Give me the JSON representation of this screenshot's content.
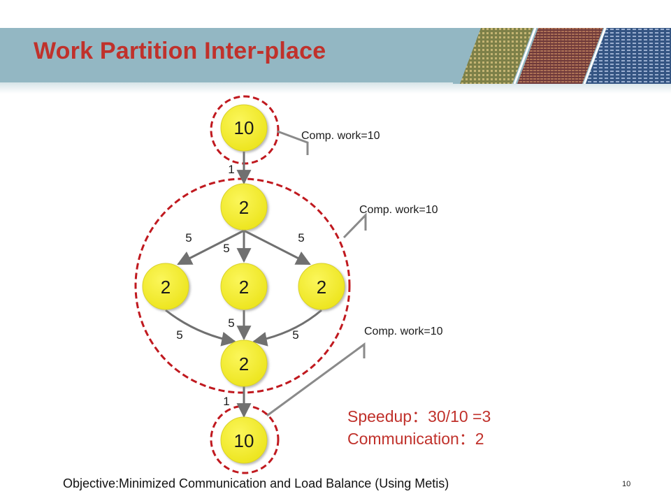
{
  "slide": {
    "title": "Work Partition Inter-place",
    "objective": "Objective:Minimized Communication and Load Balance (Using Metis)",
    "page_number": "10"
  },
  "nodes": [
    {
      "id": "top",
      "label": "10"
    },
    {
      "id": "mid-top",
      "label": "2"
    },
    {
      "id": "mid-left",
      "label": "2"
    },
    {
      "id": "mid-center",
      "label": "2"
    },
    {
      "id": "mid-right",
      "label": "2"
    },
    {
      "id": "mid-bottom",
      "label": "2"
    },
    {
      "id": "bottom",
      "label": "10"
    }
  ],
  "edges": [
    {
      "from": "top",
      "to": "mid-top",
      "label": "1"
    },
    {
      "from": "mid-top",
      "to": "mid-left",
      "label": "5"
    },
    {
      "from": "mid-top",
      "to": "mid-center",
      "label": "5"
    },
    {
      "from": "mid-top",
      "to": "mid-right",
      "label": "5"
    },
    {
      "from": "mid-left",
      "to": "mid-bottom",
      "label": "5"
    },
    {
      "from": "mid-center",
      "to": "mid-bottom",
      "label": "5"
    },
    {
      "from": "mid-right",
      "to": "mid-bottom",
      "label": "5"
    },
    {
      "from": "mid-bottom",
      "to": "bottom",
      "label": "1"
    }
  ],
  "callouts": [
    {
      "text": "Comp. work=10"
    },
    {
      "text": "Comp. work=10"
    },
    {
      "text": "Comp. work=10"
    }
  ],
  "results": {
    "speedup": "Speedup：30/10 =3",
    "communication": "Communication：2"
  },
  "colors": {
    "node_fill": "#f2ea2b",
    "partition_dash": "#c0191f",
    "accent_text": "#c0312b",
    "edge": "#707070",
    "header": "#93b7c3"
  }
}
